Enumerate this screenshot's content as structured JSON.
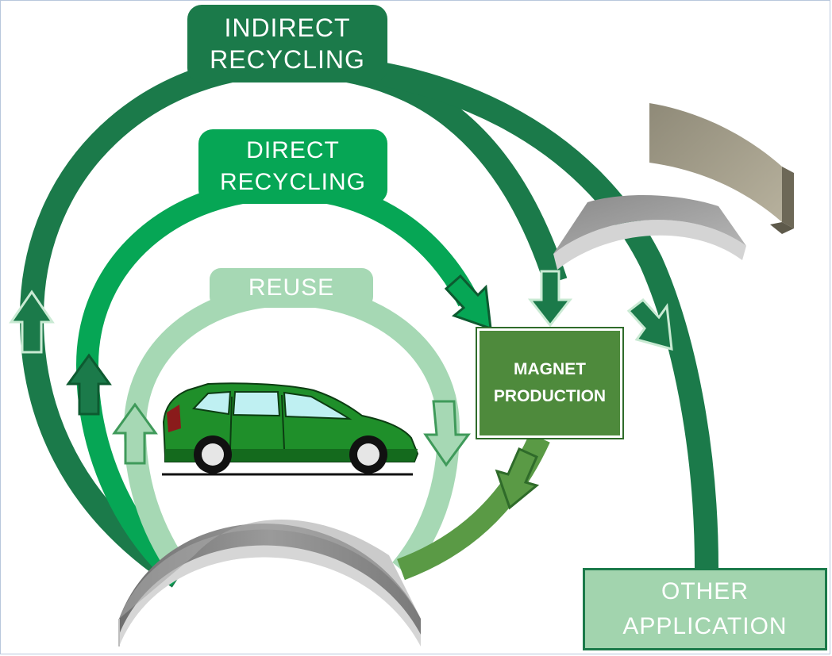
{
  "labels": {
    "indirect_recycling": "INDIRECT\nRECYCLING",
    "direct_recycling": "DIRECT\nRECYCLING",
    "reuse": "REUSE",
    "magnet_production": "MAGNET\nPRODUCTION",
    "other_application": "OTHER\nAPPLICATION"
  },
  "colors": {
    "indirect": "#1b7a4a",
    "direct": "#06a655",
    "reuse": "#a6d8b4",
    "production": "#5a9a45",
    "other": "#a2d4ae",
    "magnet_gray": "#8c8c8c",
    "car_body": "#1f8f2a"
  },
  "icons": [
    "car-icon",
    "curved-magnet-icon",
    "used-magnet-icon"
  ]
}
